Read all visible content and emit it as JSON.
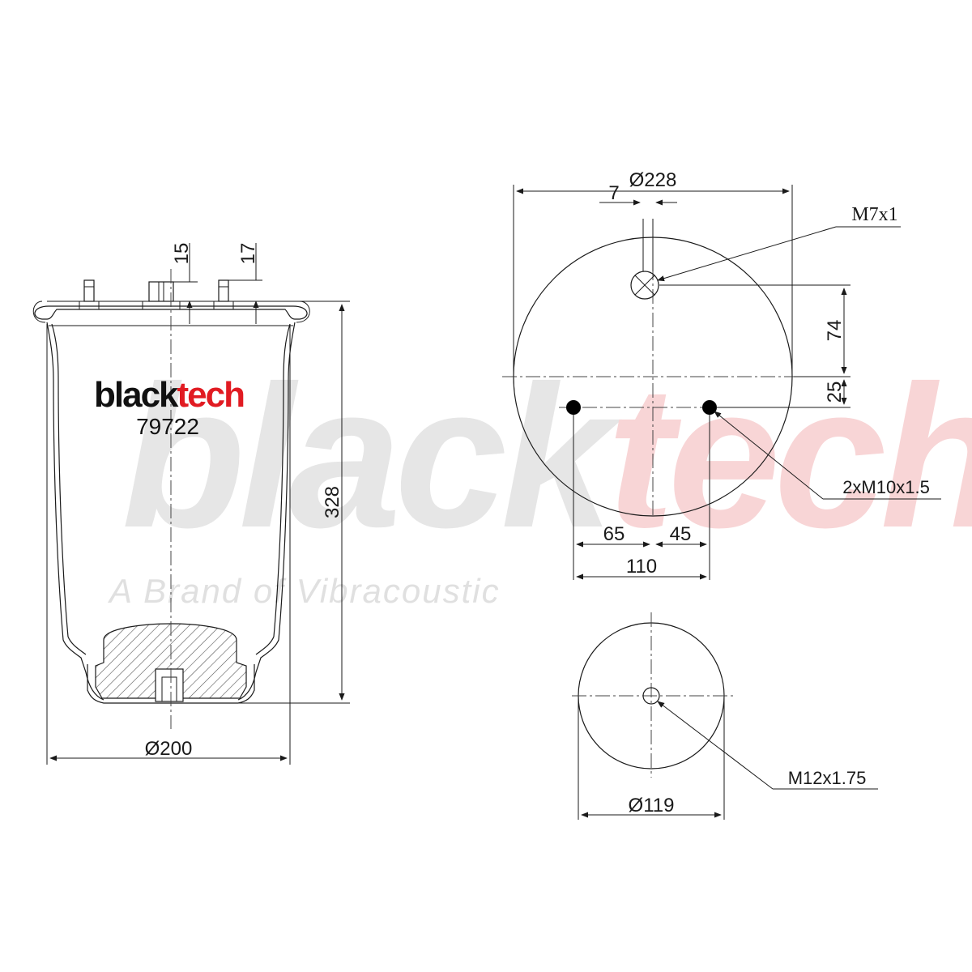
{
  "brand": {
    "name_black": "black",
    "name_red": "tech",
    "tagline": "A Brand of Vibracoustic",
    "part_number": "79722",
    "color_black": "#111111",
    "color_red": "#e11b22",
    "watermark_black": "#e6e6e6",
    "watermark_red": "#f8d5d6"
  },
  "side_view": {
    "dim_top_stud": "15",
    "dim_side_stud": "17",
    "dim_height": "328",
    "dim_diameter": "Ø200"
  },
  "top_plate": {
    "dim_diameter": "Ø228",
    "dim_offset": "7",
    "thread_center": "M7x1",
    "dim_vertical_74": "74",
    "dim_vertical_25": "25",
    "thread_studs": "2xM10x1.5",
    "dim_65": "65",
    "dim_45": "45",
    "dim_110": "110"
  },
  "bottom_plate": {
    "thread": "M12x1.75",
    "dim_diameter": "Ø119"
  }
}
